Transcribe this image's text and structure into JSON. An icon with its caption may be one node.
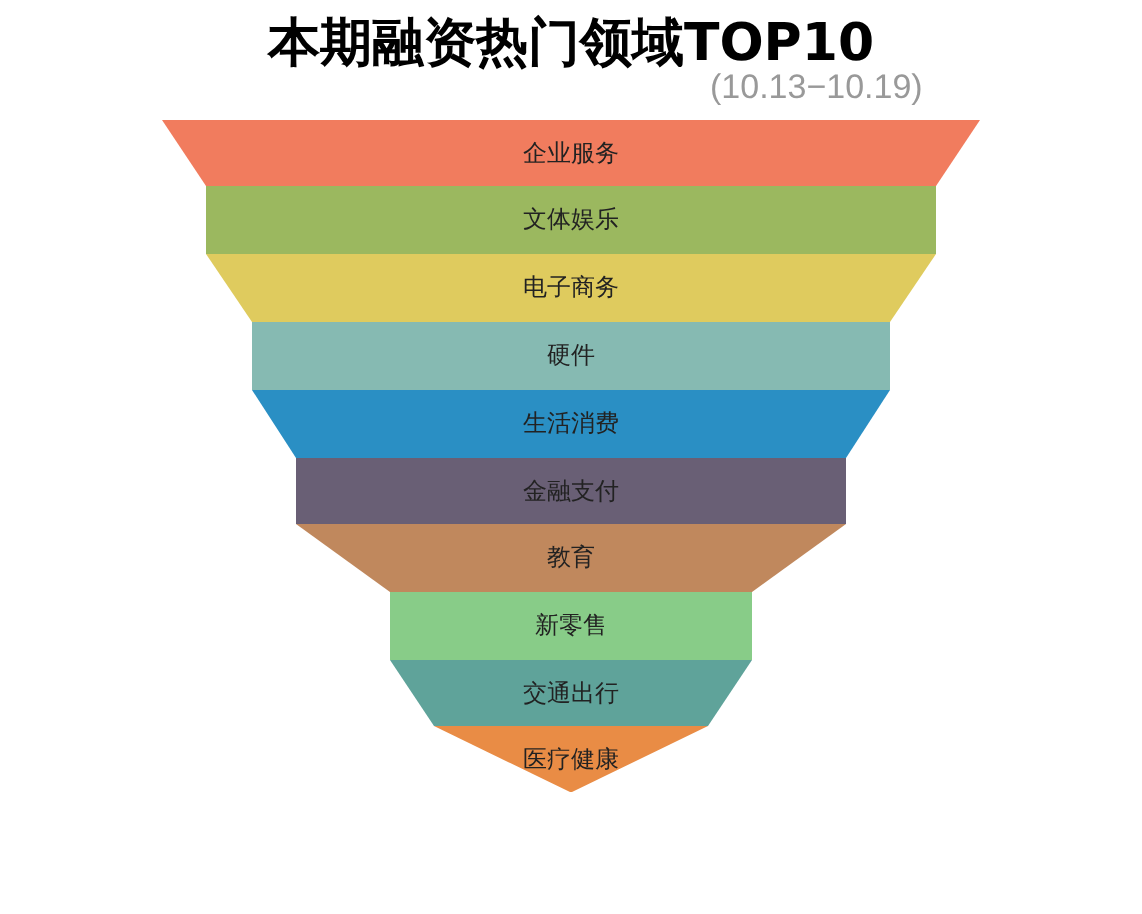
{
  "diagram": {
    "title": "本期融资热门领域TOP10",
    "nodes": [
      {
        "text": [
          "企业服务"
        ]
      },
      {
        "text": [
          "文体娱乐"
        ]
      },
      {
        "text": [
          "电子商务"
        ]
      },
      {
        "text": [
          "硬件"
        ]
      },
      {
        "text": [
          "生活消费"
        ]
      },
      {
        "text": [
          "金融支付"
        ]
      },
      {
        "text": [
          "教育"
        ]
      },
      {
        "text": [
          "新零售"
        ]
      },
      {
        "text": [
          "交通出行"
        ]
      },
      {
        "text": [
          "医疗健康"
        ]
      }
    ],
    "labels": [
      "(10.13−10.19)"
    ]
  }
}
